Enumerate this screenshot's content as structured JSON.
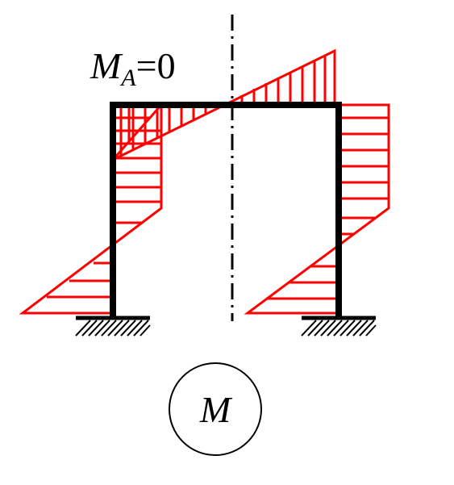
{
  "moment_label": {
    "symbol": "M",
    "subscript": "A",
    "equals_value": "=0"
  },
  "diagram_tag": "M",
  "colors": {
    "frame": "#000000",
    "moment_diagram": "#ff0000",
    "axis": "#000000",
    "background": "#ffffff"
  }
}
